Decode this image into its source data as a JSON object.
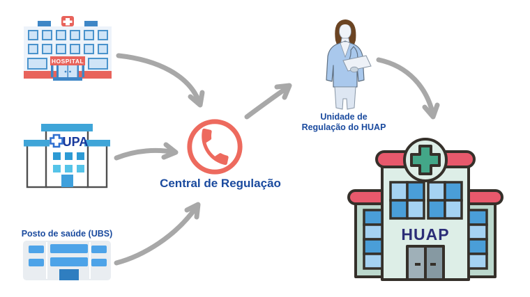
{
  "labels": {
    "hospital_sign": "HOSPITAL",
    "upa_sign": "UPA",
    "ubs_label": "Posto de saúde (UBS)",
    "central_label": "Central de Regulação",
    "unidade_line1": "Unidade de",
    "unidade_line2": "Regulação do HUAP",
    "huap_sign": "HUAP"
  },
  "colors": {
    "background": "#FFFFFF",
    "arrow_gray": "#A8A8A8",
    "accent_red": "#ED6A5E",
    "hospital_red": "#E8635B",
    "label_blue": "#1A4A9E",
    "upa_navy": "#16389C",
    "huap_navy": "#2B2D77",
    "huap_roof_red": "#E8596C",
    "huap_facade_mint": "#DDEEE7",
    "huap_green_cross": "#43A788",
    "window_blue_dark": "#4A9ED8",
    "window_blue_light": "#A5D2F2",
    "ubs_window_blue": "#4DA3E8"
  },
  "nodes": [
    {
      "id": "hospital",
      "type": "building",
      "label": "HOSPITAL"
    },
    {
      "id": "upa",
      "type": "building",
      "label": "UPA"
    },
    {
      "id": "ubs",
      "type": "building",
      "label": "Posto de saúde (UBS)"
    },
    {
      "id": "central",
      "type": "phone-call-center",
      "label": "Central de Regulação"
    },
    {
      "id": "unidade",
      "type": "person",
      "label": "Unidade de Regulação do HUAP"
    },
    {
      "id": "huap",
      "type": "building",
      "label": "HUAP"
    }
  ],
  "connections": [
    {
      "from": "hospital",
      "to": "central"
    },
    {
      "from": "upa",
      "to": "central"
    },
    {
      "from": "ubs",
      "to": "central"
    },
    {
      "from": "central",
      "to": "unidade"
    },
    {
      "from": "unidade",
      "to": "huap"
    }
  ]
}
